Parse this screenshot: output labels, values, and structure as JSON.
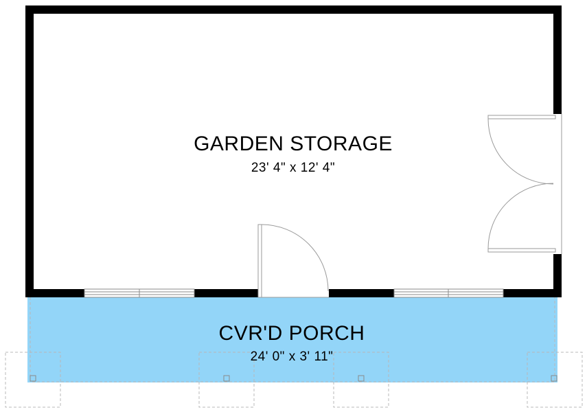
{
  "rooms": {
    "garden_storage": {
      "name": "GARDEN STORAGE",
      "dimensions": "23' 4\" x 12' 4\""
    },
    "porch": {
      "name": "CVR'D PORCH",
      "dimensions": "24' 0\" x 3' 11\""
    }
  },
  "colors": {
    "wall": "#000000",
    "porch_fill": "#93d5f8",
    "background": "#ffffff"
  }
}
